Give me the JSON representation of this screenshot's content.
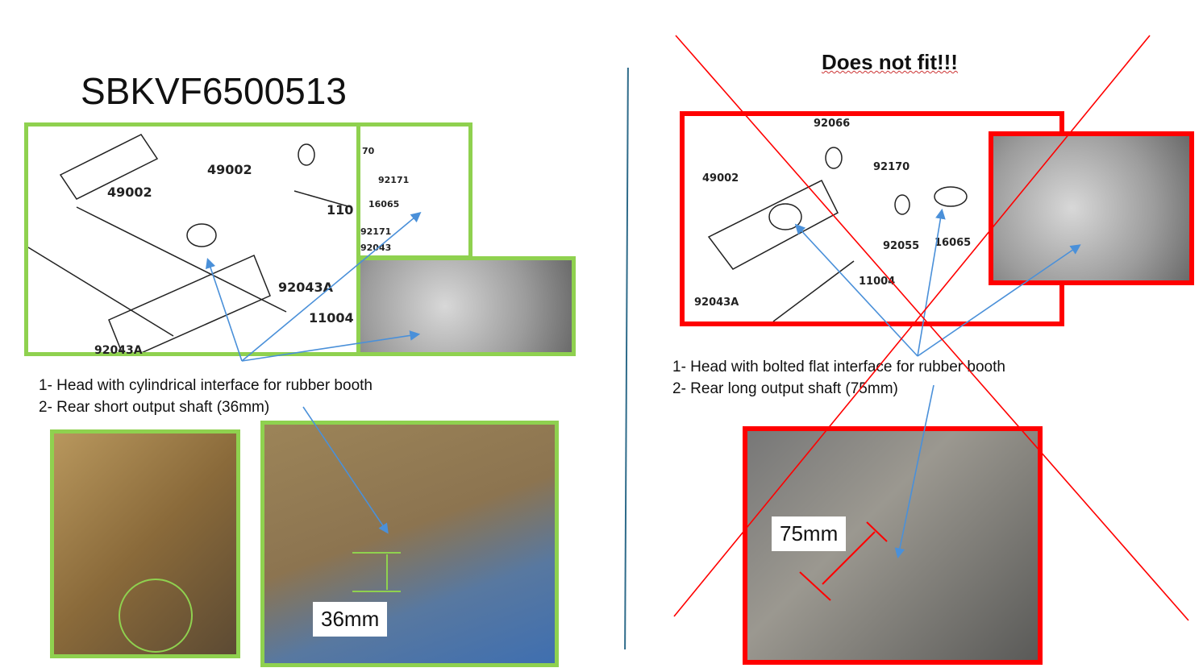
{
  "left": {
    "title": "SBKVF6500513",
    "diagram_labels": [
      "49002",
      "49002",
      "110",
      "92043A",
      "11004",
      "92043A"
    ],
    "inset_labels": [
      "70",
      "92171",
      "16065",
      "92171",
      "92043"
    ],
    "notes": [
      "1- Head with cylindrical interface for rubber booth",
      "2- Rear short output shaft (36mm)"
    ],
    "measurement": "36mm"
  },
  "right": {
    "title": "Does not fit!!!",
    "diagram_labels": [
      "92066",
      "49002",
      "92170",
      "92055",
      "16065",
      "11004",
      "92043A"
    ],
    "notes": [
      "1- Head with bolted flat interface for rubber booth",
      "2- Rear long output shaft (75mm)"
    ],
    "measurement": "75mm"
  },
  "colors": {
    "fit": "#8fd14f",
    "nofit": "#ff0000",
    "arrow": "#4a90d9",
    "divider": "#2e6b8a"
  }
}
